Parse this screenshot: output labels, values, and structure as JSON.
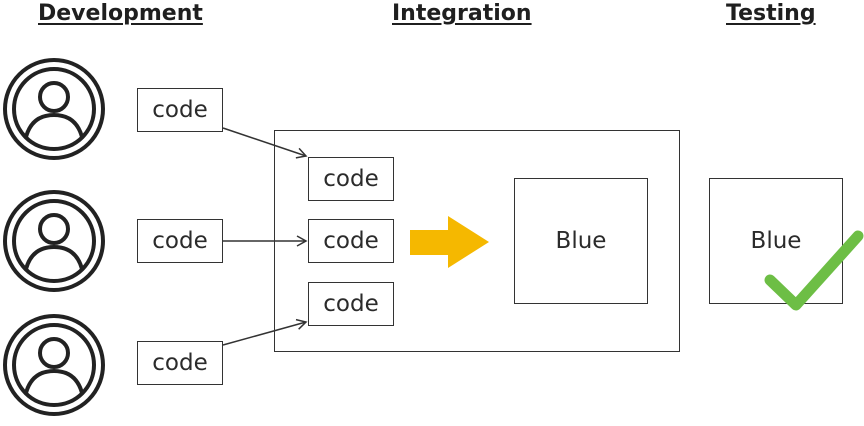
{
  "headings": {
    "development": "Development",
    "integration": "Integration",
    "testing": "Testing"
  },
  "developers": [
    {
      "icon": "user-avatar-icon",
      "code_label": "code"
    },
    {
      "icon": "user-avatar-icon",
      "code_label": "code"
    },
    {
      "icon": "user-avatar-icon",
      "code_label": "code"
    }
  ],
  "integration": {
    "code_blocks": [
      "code",
      "code",
      "code"
    ],
    "build_label": "Blue"
  },
  "testing": {
    "build_label": "Blue",
    "status_icon": "checkmark-icon"
  },
  "colors": {
    "arrow": "#F5B800",
    "check": "#6DBE45",
    "line": "#333333"
  }
}
